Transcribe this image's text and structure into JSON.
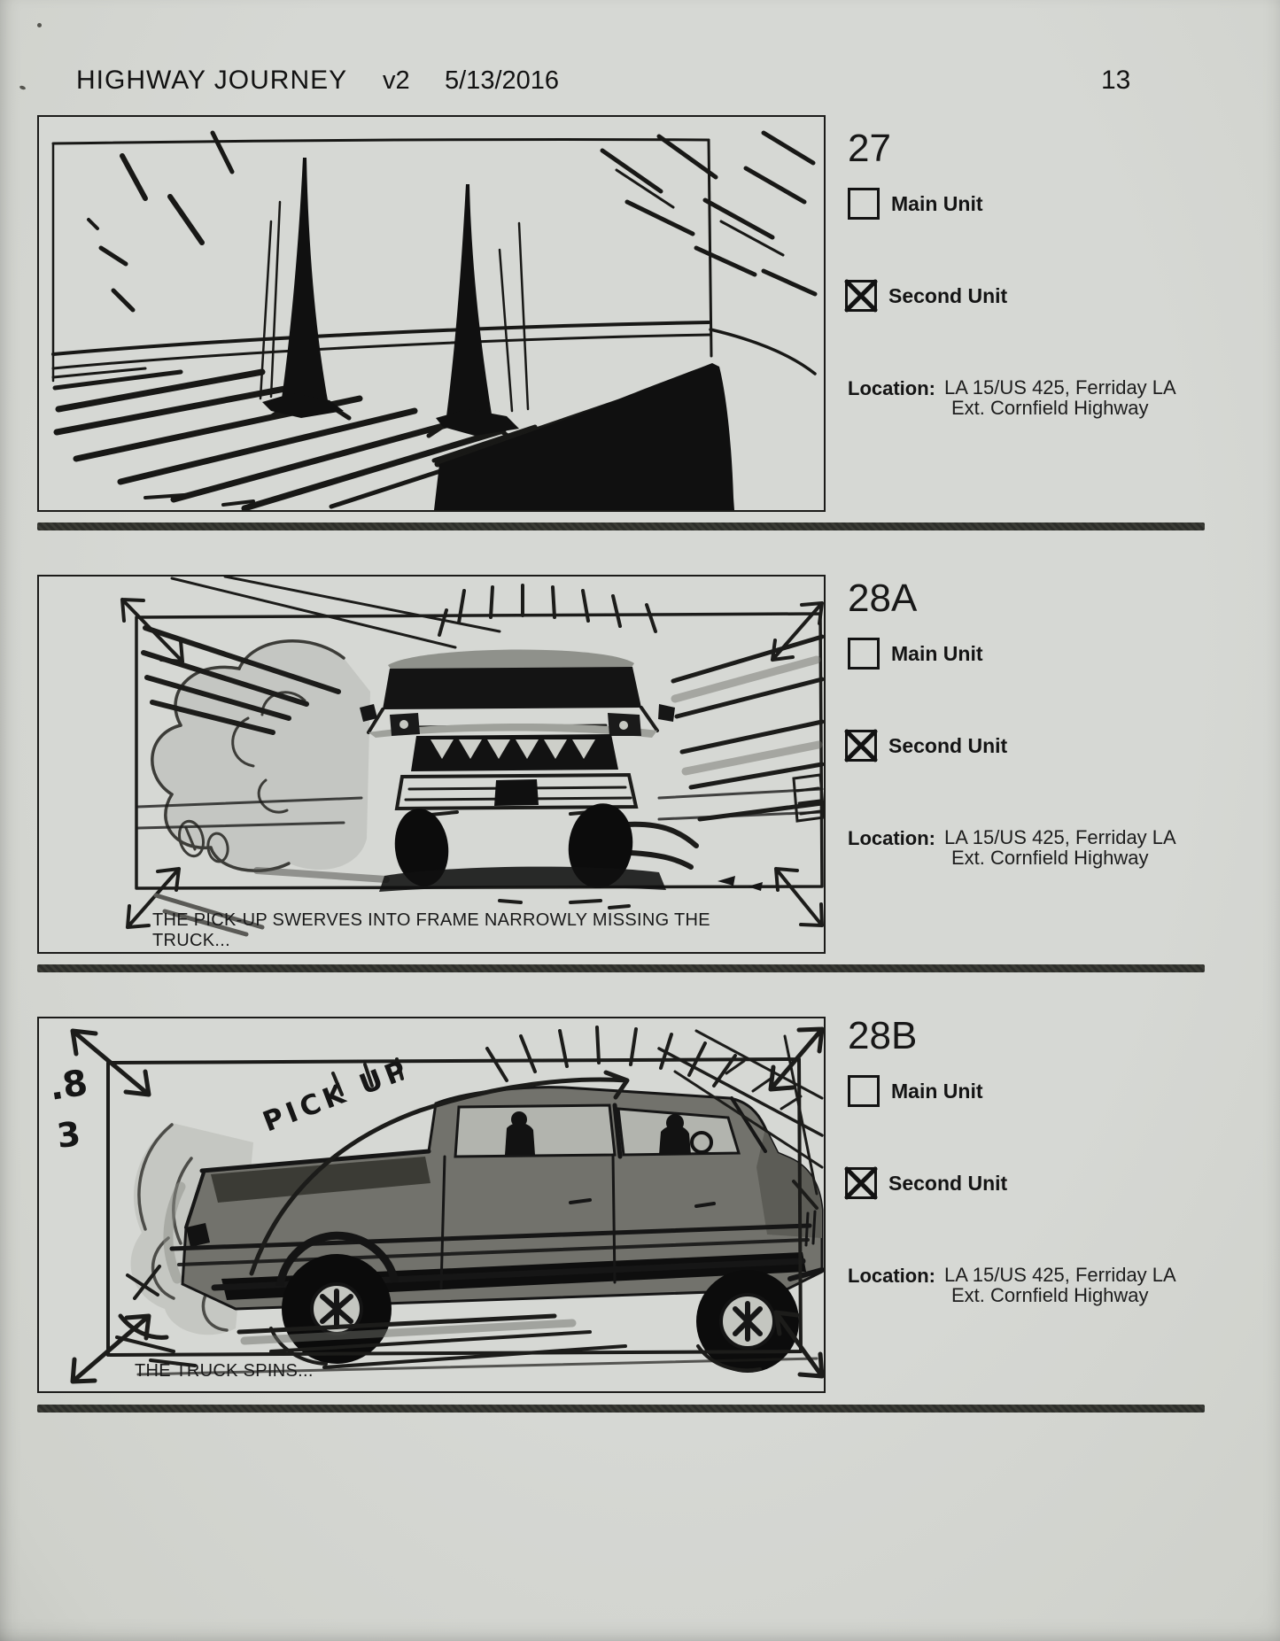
{
  "header": {
    "title": "HIGHWAY JOURNEY",
    "version": "v2",
    "date": "5/13/2016",
    "page_number": "13"
  },
  "colors": {
    "paper": "#d4d6d2",
    "ink": "#161616",
    "divider": "#33342e"
  },
  "panels": [
    {
      "number": "27",
      "units": {
        "main": {
          "label": "Main Unit",
          "checked": false
        },
        "second": {
          "label": "Second Unit",
          "checked": true
        }
      },
      "location": {
        "label": "Location:",
        "line1": "LA 15/US 425, Ferriday LA",
        "line2": "Ext. Cornfield Highway"
      }
    },
    {
      "number": "28A",
      "units": {
        "main": {
          "label": "Main Unit",
          "checked": false
        },
        "second": {
          "label": "Second Unit",
          "checked": true
        }
      },
      "location": {
        "label": "Location:",
        "line1": "LA 15/US 425, Ferriday LA",
        "line2": "Ext. Cornfield Highway"
      },
      "caption": {
        "line1": "THE PICK-UP SWERVES INTO FRAME NARROWLY MISSING THE",
        "line2": "TRUCK..."
      }
    },
    {
      "number": "28B",
      "units": {
        "main": {
          "label": "Main Unit",
          "checked": false
        },
        "second": {
          "label": "Second Unit",
          "checked": true
        }
      },
      "location": {
        "label": "Location:",
        "line1": "LA 15/US 425, Ferriday LA",
        "line2": "Ext. Cornfield Highway"
      },
      "caption": {
        "line1": "THE TRUCK SPINS..."
      },
      "handwriting": {
        "scene_mark_1": ".8",
        "scene_mark_2": "3",
        "vehicle_label": "PICK UP"
      }
    }
  ]
}
